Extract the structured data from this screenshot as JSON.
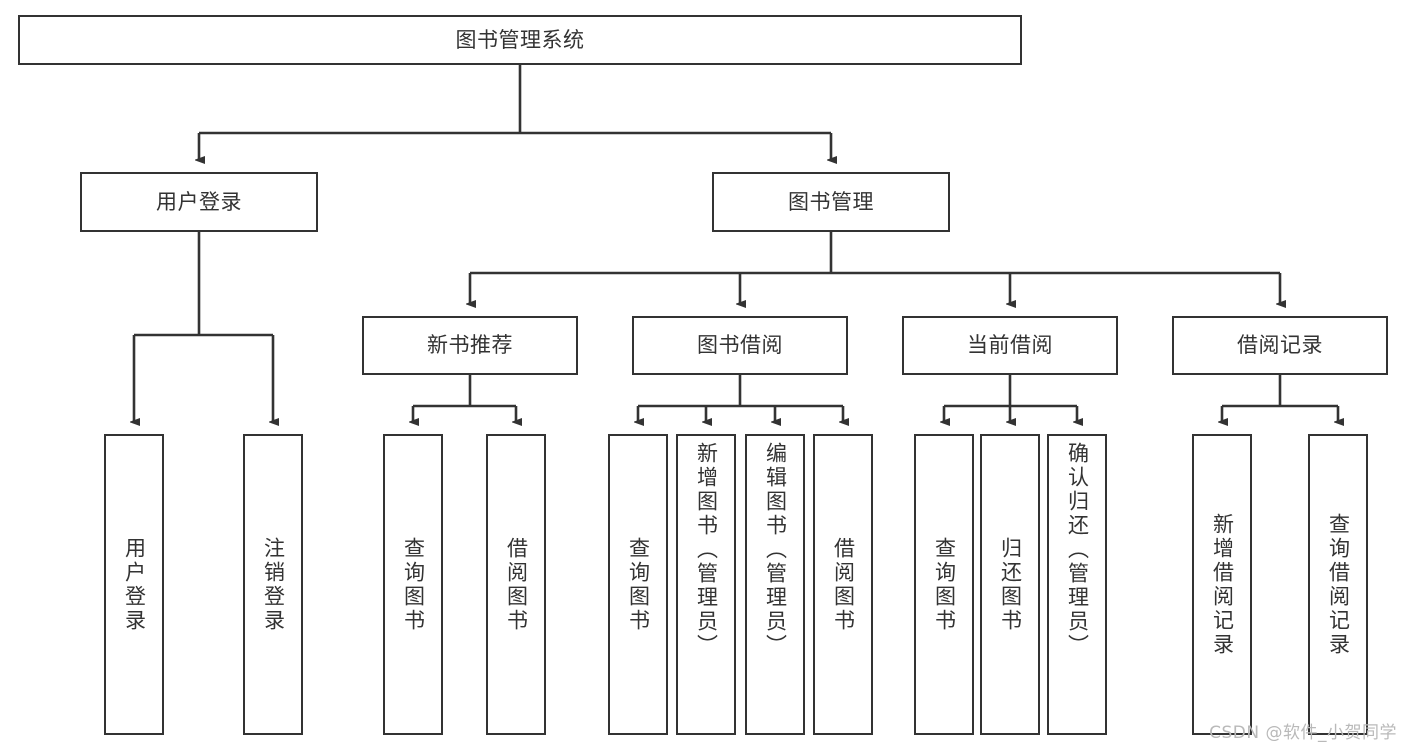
{
  "diagram": {
    "type": "tree-hierarchy",
    "title": "图书管理系统",
    "root": {
      "label": "图书管理系统"
    },
    "level2": [
      {
        "label": "用户登录"
      },
      {
        "label": "图书管理"
      }
    ],
    "level3": [
      {
        "label": "新书推荐"
      },
      {
        "label": "图书借阅"
      },
      {
        "label": "当前借阅"
      },
      {
        "label": "借阅记录"
      }
    ],
    "leaves": {
      "user_login": [
        {
          "label": "用户登录"
        },
        {
          "label": "注销登录"
        }
      ],
      "new_book_recommend": [
        {
          "label": "查询图书"
        },
        {
          "label": "借阅图书"
        }
      ],
      "book_borrow": [
        {
          "label": "查询图书"
        },
        {
          "label": "新增图书（管理员）"
        },
        {
          "label": "编辑图书（管理员）"
        },
        {
          "label": "借阅图书"
        }
      ],
      "current_borrow": [
        {
          "label": "查询图书"
        },
        {
          "label": "归还图书"
        },
        {
          "label": "确认归还（管理员）"
        }
      ],
      "borrow_record": [
        {
          "label": "新增借阅记录"
        },
        {
          "label": "查询借阅记录"
        }
      ]
    }
  },
  "watermark": {
    "text": "CSDN @软件_小贺同学"
  },
  "colors": {
    "stroke": "#333333",
    "box_fill": "#ffffff",
    "text": "#333333",
    "watermark": "#b9b9b9",
    "background": "#ffffff"
  }
}
